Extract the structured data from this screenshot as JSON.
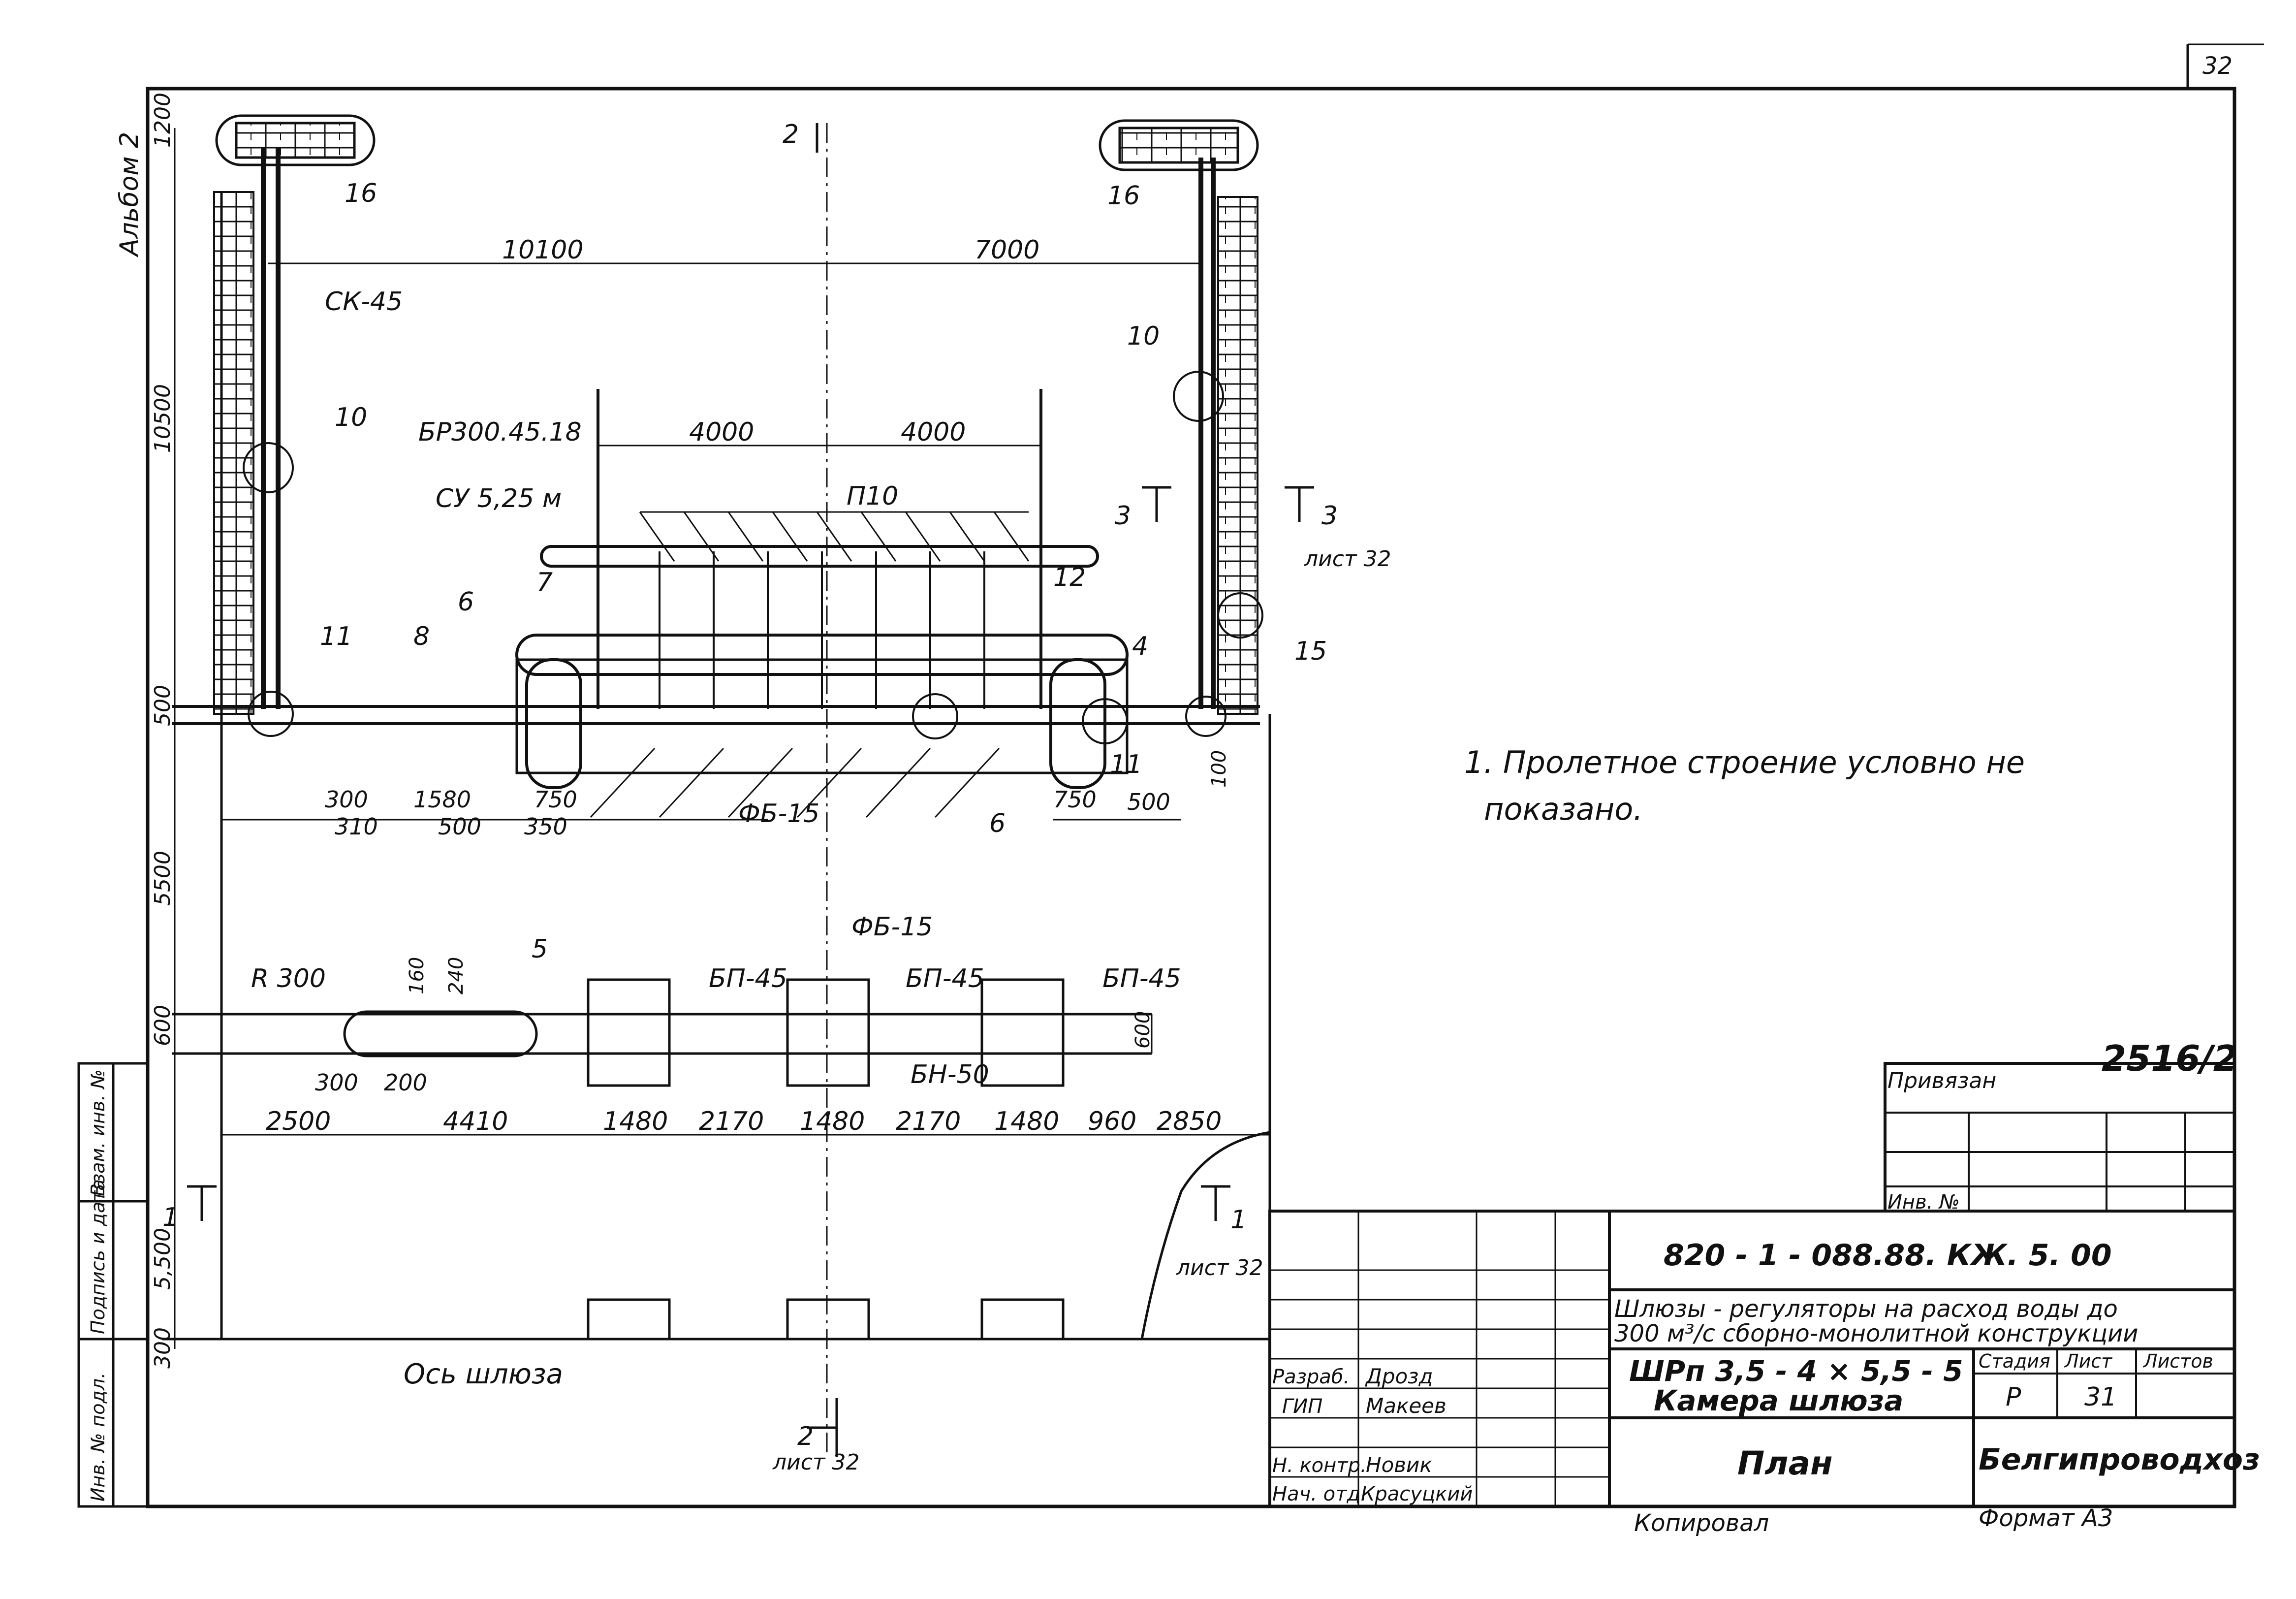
{
  "sheet_number": "32",
  "album": "Альбом 2",
  "stamp": "2516/2",
  "note": [
    "1. Пролетное строение условно не",
    "показано."
  ],
  "marks": {
    "m16a": "16",
    "m16b": "16",
    "sk45": "СК-45",
    "m10a": "10",
    "m10b": "10",
    "br300": "БР300.45.18",
    "su525": "СУ 5,25 м",
    "p10": "П10",
    "m7": "7",
    "m6a": "6",
    "m6b": "6",
    "m8": "8",
    "m11a": "11",
    "m11b": "11",
    "m12": "12",
    "m4": "4",
    "m15": "15",
    "fb15a": "ФБ-15",
    "fb15b": "ФБ-15",
    "m5": "5",
    "r300": "R 300",
    "bp45a": "БП-45",
    "bp45b": "БП-45",
    "bp45c": "БП-45",
    "bn50": "БН-50",
    "axis": "Ось шлюза"
  },
  "section_marks": {
    "s2": "2",
    "s3a": "3",
    "s3b": "3",
    "s1a": "1",
    "s1b": "1",
    "s2b": "2",
    "sheet_ref_3": "лист 32",
    "sheet_ref_1": "лист 32",
    "sheet_ref_2": "лист 32"
  },
  "dims": {
    "d10100": "10100",
    "d7000": "7000",
    "d4000a": "4000",
    "d4000b": "4000",
    "v1200": "1200",
    "v10500": "10500",
    "v500": "500",
    "v5500a": "5500",
    "v600": "600",
    "v5500b": "5,500",
    "v300": "300",
    "d300a": "300",
    "d1580": "1580",
    "d750a": "750",
    "d750b": "750",
    "d500a": "500",
    "d310": "310",
    "d500b": "500",
    "d350": "350",
    "d100": "100",
    "d160": "160",
    "d240": "240",
    "d300b": "300",
    "d200": "200",
    "d600r": "600",
    "d2500": "2500",
    "d4410": "4410",
    "d1480a": "1480",
    "d2170a": "2170",
    "d1480b": "1480",
    "d2170b": "2170",
    "d1480c": "1480",
    "d960": "960",
    "d2850": "2850"
  },
  "side_strip": [
    "Инв. № подл.",
    "Подпись и дата",
    "Взам. инв. №"
  ],
  "title_block": {
    "privyazan": "Привязан",
    "inv_no": "Инв. №",
    "doc_code": "820 - 1 - 088.88. КЖ. 5. 00",
    "title_line1": "Шлюзы - регуляторы на расход воды до",
    "title_line2": "300 м³/с сборно-монолитной конструкции",
    "object_line1": "ШРп 3,5 - 4 × 5,5 - 5",
    "object_line2": "Камера шлюза",
    "sheet_name": "План",
    "stage_hdr": "Стадия",
    "sheet_hdr": "Лист",
    "sheets_hdr": "Листов",
    "stage": "Р",
    "sheet": "31",
    "org": "Белгипроводхоз",
    "copied": "Копировал",
    "format": "Формат А3",
    "roles": [
      "Разраб.",
      "ГИП",
      "Н. контр.",
      "Нач. отд."
    ],
    "names": [
      "Дрозд",
      "Макеев",
      "Новик",
      "Красуцкий"
    ]
  }
}
